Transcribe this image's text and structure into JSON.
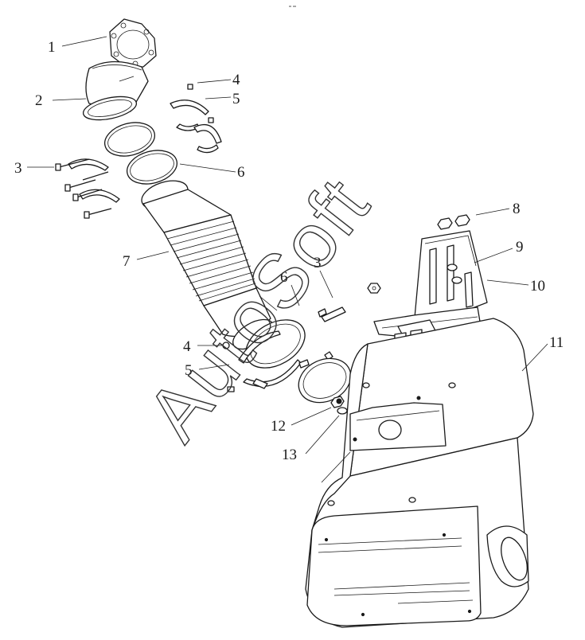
{
  "diagram": {
    "watermark": "AutoSoft",
    "callouts": [
      "1",
      "2",
      "3",
      "4",
      "5",
      "6",
      "7",
      "8",
      "9",
      "10",
      "11",
      "3",
      "4",
      "5",
      "6",
      "12",
      "13"
    ]
  }
}
